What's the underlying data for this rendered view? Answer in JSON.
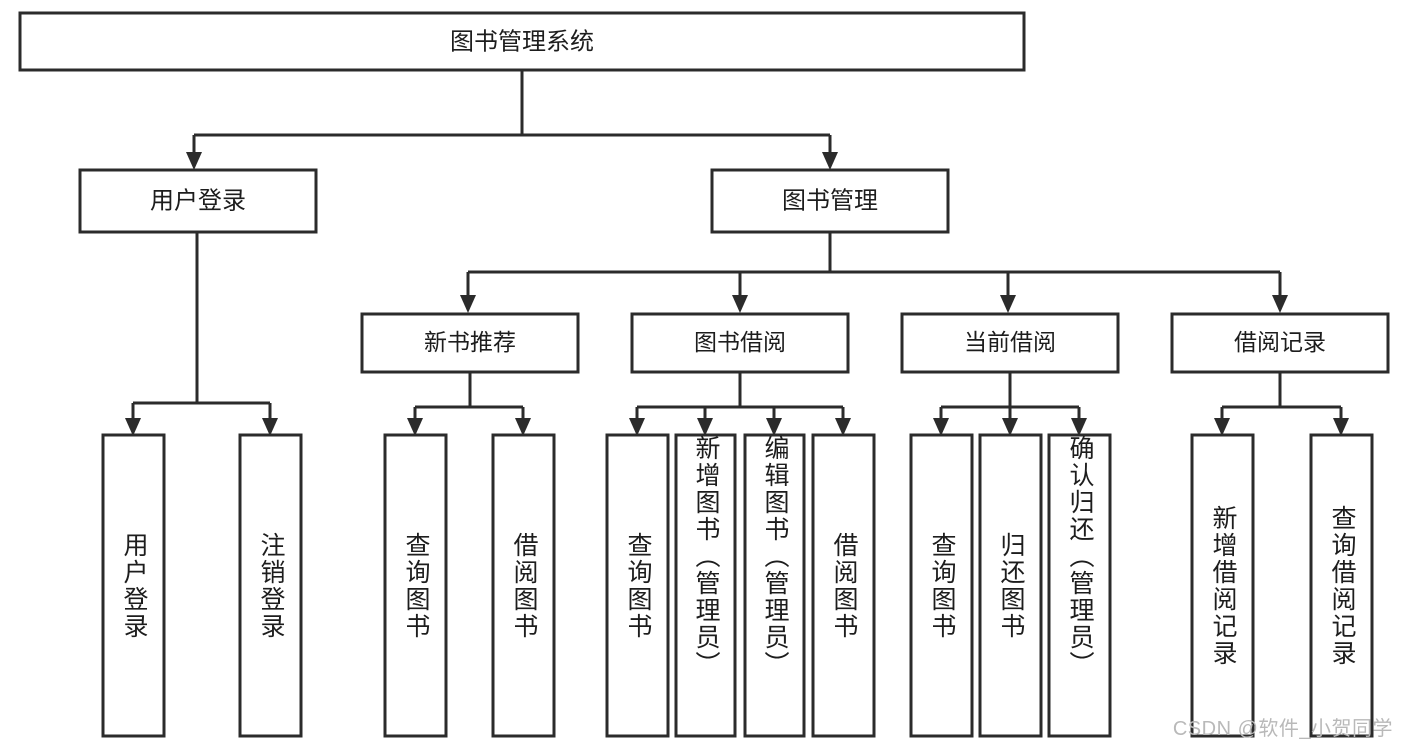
{
  "diagram": {
    "type": "tree",
    "orientation": "top-down",
    "root": {
      "label": "图书管理系统"
    },
    "level2": [
      {
        "label": "用户登录"
      },
      {
        "label": "图书管理"
      }
    ],
    "level3": [
      {
        "label": "新书推荐"
      },
      {
        "label": "图书借阅"
      },
      {
        "label": "当前借阅"
      },
      {
        "label": "借阅记录"
      }
    ],
    "leaves_user_login": [
      {
        "label": "用户登录"
      },
      {
        "label": "注销登录"
      }
    ],
    "leaves_new_book": [
      {
        "label": "查询图书"
      },
      {
        "label": "借阅图书"
      }
    ],
    "leaves_borrow": [
      {
        "label": "查询图书"
      },
      {
        "label": "新增图书（管理员）"
      },
      {
        "label": "编辑图书（管理员）"
      },
      {
        "label": "借阅图书"
      }
    ],
    "leaves_current": [
      {
        "label": "查询图书"
      },
      {
        "label": "归还图书"
      },
      {
        "label": "确认归还（管理员）"
      }
    ],
    "leaves_record": [
      {
        "label": "新增借阅记录"
      },
      {
        "label": "查询借阅记录"
      }
    ]
  },
  "watermark": {
    "text": "CSDN @软件_小贺同学"
  },
  "colors": {
    "stroke": "#2b2b2b",
    "fill": "#ffffff",
    "text": "#1d1d1d",
    "watermark": "#b9b9b9"
  }
}
